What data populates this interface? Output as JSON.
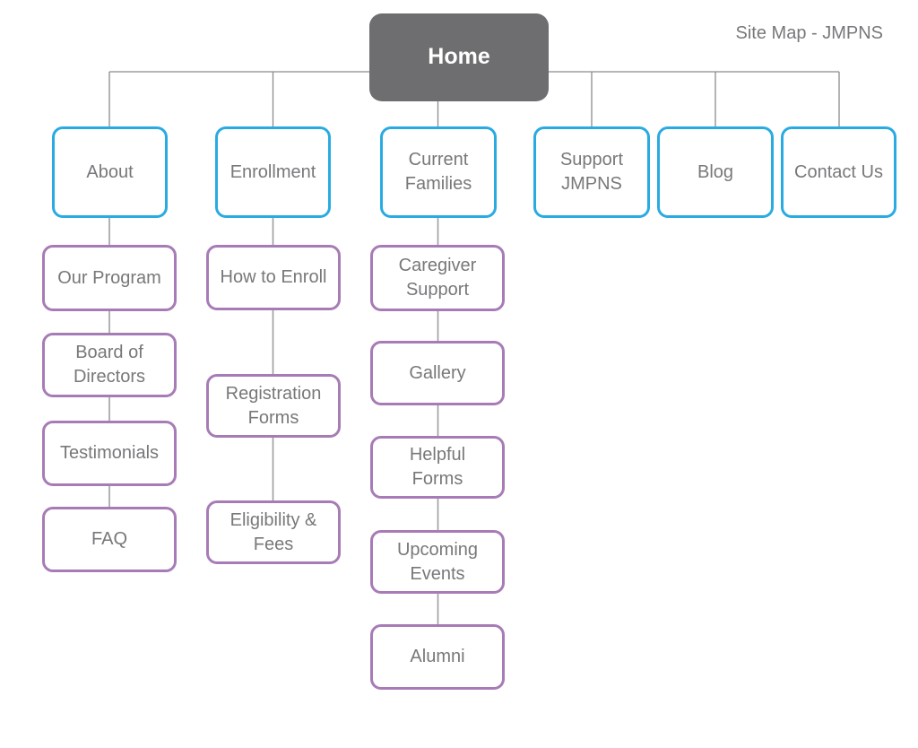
{
  "page": {
    "title": "Site Map - JMPNS"
  },
  "colors": {
    "background": "#ffffff",
    "home_fill": "#6e6e70",
    "home_text": "#ffffff",
    "level1_border": "#29abe2",
    "level2_border": "#a77cb6",
    "node_text": "#77787b",
    "connector_line": "#96989a"
  },
  "home": {
    "label": "Home"
  },
  "sections": [
    {
      "label": "About",
      "children": [
        "Our Program",
        "Board of\nDirectors",
        "Testimonials",
        "FAQ"
      ]
    },
    {
      "label": "Enrollment",
      "children": [
        "How to Enroll",
        "Registration\nForms",
        "Eligibility &\nFees"
      ]
    },
    {
      "label": "Current\nFamilies",
      "children": [
        "Caregiver\nSupport",
        "Gallery",
        "Helpful\nForms",
        "Upcoming\nEvents",
        "Alumni"
      ]
    },
    {
      "label": "Support\nJMPNS",
      "children": []
    },
    {
      "label": "Blog",
      "children": []
    },
    {
      "label": "Contact Us",
      "children": []
    }
  ]
}
